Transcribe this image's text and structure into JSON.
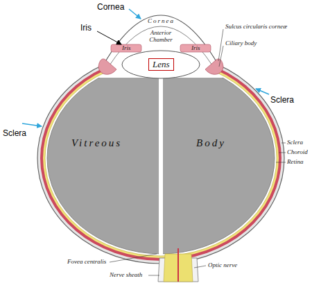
{
  "diagram": {
    "nodes": [
      {
        "text": [
          "Lens"
        ]
      }
    ],
    "labels": [
      "Cornea",
      "Iris",
      "Cornea",
      "Anterior Chamber",
      "Iris",
      "Iris",
      "Sulcus circularis corneæ",
      "Ciliary body",
      "Sclera",
      "Sclera",
      "Vitreous",
      "Body",
      "Sclera",
      "Choroid",
      "Retina",
      "Fovea centralis",
      "Optic nerve",
      "Nerve sheath"
    ]
  }
}
